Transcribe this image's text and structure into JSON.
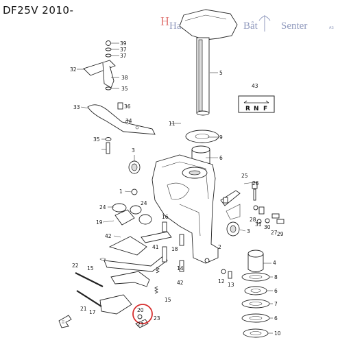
{
  "header": {
    "title": "DF25V 2010-"
  },
  "watermark": {
    "text_a": "Haugaland",
    "text_b": "Båt",
    "text_c": "Senter",
    "suffix": "AS",
    "color_primary": "#6b78a8",
    "color_accent": "#d9534f"
  },
  "shift_plate": {
    "labels": [
      "R",
      "N",
      "F"
    ]
  },
  "highlight": {
    "part": "20",
    "color": "#d62d2d"
  },
  "callouts": [
    {
      "id": "c39",
      "label": "39"
    },
    {
      "id": "c37a",
      "label": "37"
    },
    {
      "id": "c37b",
      "label": "37"
    },
    {
      "id": "c32",
      "label": "32"
    },
    {
      "id": "c38",
      "label": "38"
    },
    {
      "id": "c35a",
      "label": "35"
    },
    {
      "id": "c33",
      "label": "33"
    },
    {
      "id": "c36",
      "label": "36"
    },
    {
      "id": "c34",
      "label": "34"
    },
    {
      "id": "c35b",
      "label": "35"
    },
    {
      "id": "c3a",
      "label": "3"
    },
    {
      "id": "c5",
      "label": "5"
    },
    {
      "id": "c43",
      "label": "43"
    },
    {
      "id": "c11",
      "label": "11"
    },
    {
      "id": "c9",
      "label": "9"
    },
    {
      "id": "c6a",
      "label": "6"
    },
    {
      "id": "c1",
      "label": "1"
    },
    {
      "id": "c25",
      "label": "25"
    },
    {
      "id": "c26",
      "label": "26"
    },
    {
      "id": "c24",
      "label": "24"
    },
    {
      "id": "c24b",
      "label": "24"
    },
    {
      "id": "c19",
      "label": "19"
    },
    {
      "id": "c16",
      "label": "16"
    },
    {
      "id": "c28",
      "label": "28"
    },
    {
      "id": "c31",
      "label": "31"
    },
    {
      "id": "c30",
      "label": "30"
    },
    {
      "id": "c27",
      "label": "27"
    },
    {
      "id": "c29",
      "label": "29"
    },
    {
      "id": "c3b",
      "label": "3"
    },
    {
      "id": "c42a",
      "label": "42"
    },
    {
      "id": "c41",
      "label": "41"
    },
    {
      "id": "c18",
      "label": "18"
    },
    {
      "id": "c14",
      "label": "14"
    },
    {
      "id": "c2",
      "label": "2"
    },
    {
      "id": "c22",
      "label": "22"
    },
    {
      "id": "c15a",
      "label": "15"
    },
    {
      "id": "c42b",
      "label": "42"
    },
    {
      "id": "c12",
      "label": "12"
    },
    {
      "id": "c13",
      "label": "13"
    },
    {
      "id": "c4",
      "label": "4"
    },
    {
      "id": "c8",
      "label": "8"
    },
    {
      "id": "c6b",
      "label": "6"
    },
    {
      "id": "c7",
      "label": "7"
    },
    {
      "id": "c6c",
      "label": "6"
    },
    {
      "id": "c10",
      "label": "10"
    },
    {
      "id": "c21",
      "label": "21"
    },
    {
      "id": "c15b",
      "label": "15"
    },
    {
      "id": "c17",
      "label": "17"
    },
    {
      "id": "c20",
      "label": "20"
    },
    {
      "id": "c23a",
      "label": "23"
    },
    {
      "id": "c23b",
      "label": "23"
    }
  ]
}
